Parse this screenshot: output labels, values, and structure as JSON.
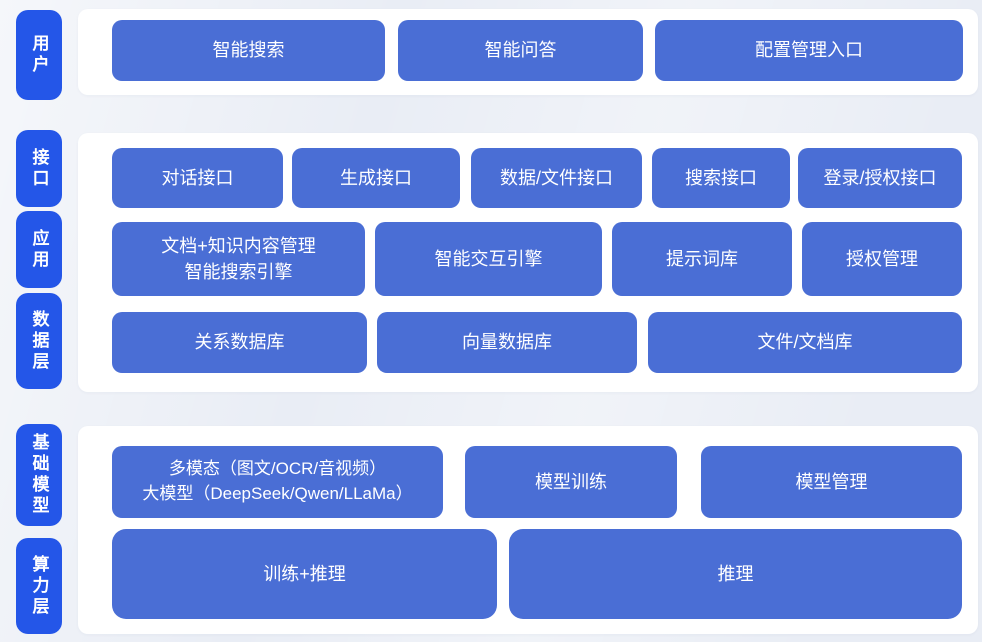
{
  "colors": {
    "background": "#e9edf5",
    "panel": "#ffffff",
    "pill_blue": "#2456e8",
    "node_blue": "#4a6ed5",
    "text": "#ffffff"
  },
  "layers": [
    {
      "id": "user",
      "label": "用户"
    },
    {
      "id": "interface",
      "label": "接口"
    },
    {
      "id": "application",
      "label": "应用"
    },
    {
      "id": "data-layer",
      "label": "数据层"
    },
    {
      "id": "foundation-model",
      "label": "基础模型"
    },
    {
      "id": "compute-layer",
      "label": "算力层"
    }
  ],
  "nodes": {
    "smart_search": "智能搜索",
    "smart_qa": "智能问答",
    "config_management_entry": "配置管理入口",
    "dialog_api": "对话接口",
    "generation_api": "生成接口",
    "data_file_api": "数据/文件接口",
    "search_api": "搜索接口",
    "login_auth_api": "登录/授权接口",
    "doc_knowledge_search_engine": "文档+知识内容管理\n智能搜索引擎",
    "smart_interaction_engine": "智能交互引擎",
    "prompt_library": "提示词库",
    "authorization_management": "授权管理",
    "relational_database": "关系数据库",
    "vector_database": "向量数据库",
    "file_document_store": "文件/文档库",
    "multimodal_large_model": "多模态（图文/OCR/音视频）\n大模型（DeepSeek/Qwen/LLaMa）",
    "model_training": "模型训练",
    "model_management": "模型管理",
    "training_plus_inference": "训练+推理",
    "inference": "推理"
  }
}
